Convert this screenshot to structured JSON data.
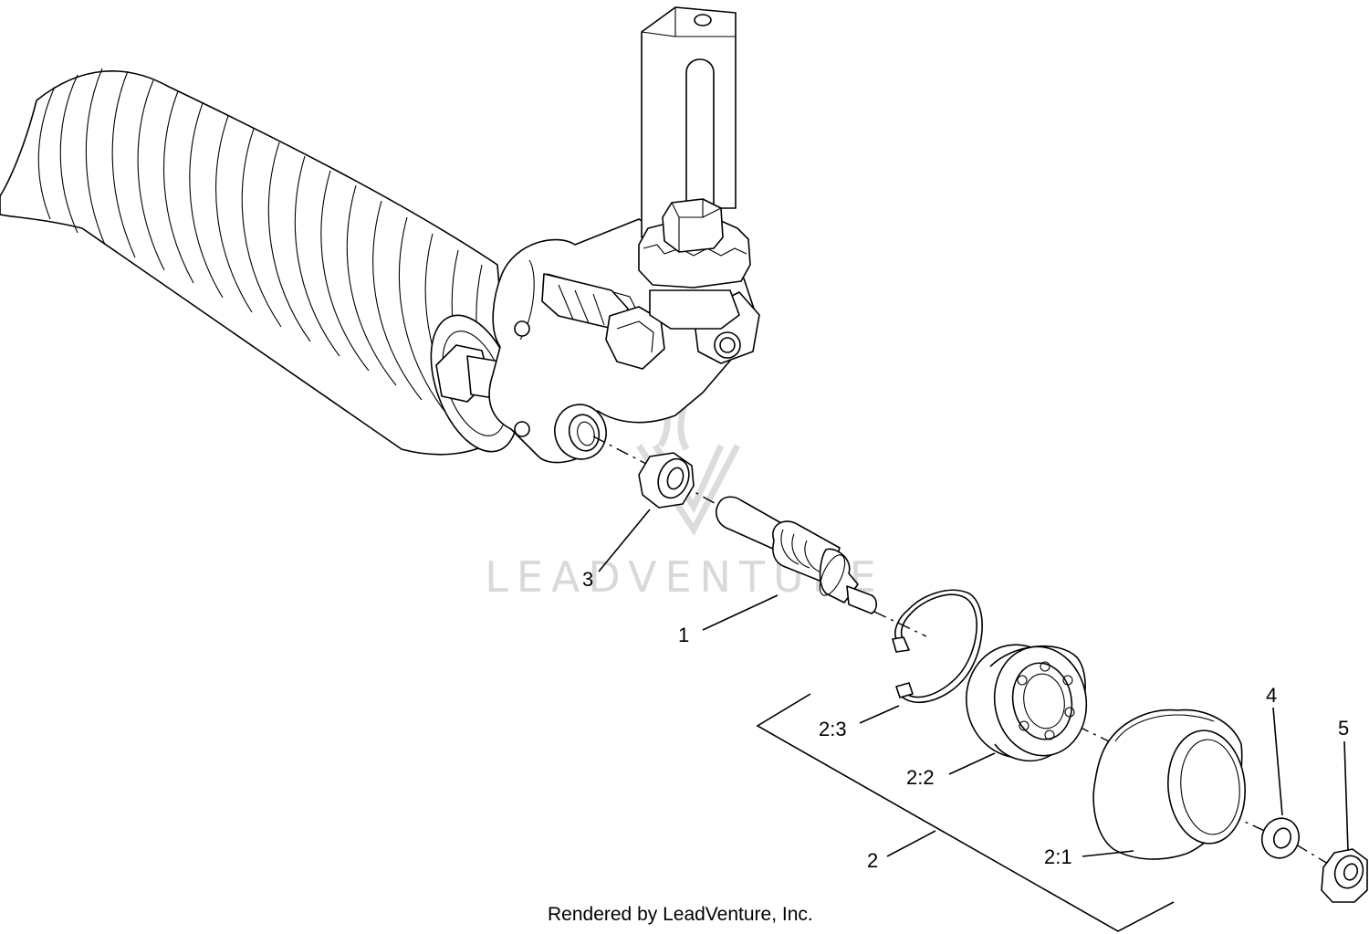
{
  "watermark": {
    "text": "LEADVENTURE",
    "color": "#d9d9d9"
  },
  "credit": "Rendered by LeadVenture, Inc.",
  "callouts": [
    {
      "id": "3",
      "label": "3"
    },
    {
      "id": "1",
      "label": "1"
    },
    {
      "id": "2-3",
      "label": "2:3"
    },
    {
      "id": "2-2",
      "label": "2:2"
    },
    {
      "id": "2",
      "label": "2"
    },
    {
      "id": "2-1",
      "label": "2:1"
    },
    {
      "id": "4",
      "label": "4"
    },
    {
      "id": "5",
      "label": "5"
    }
  ]
}
